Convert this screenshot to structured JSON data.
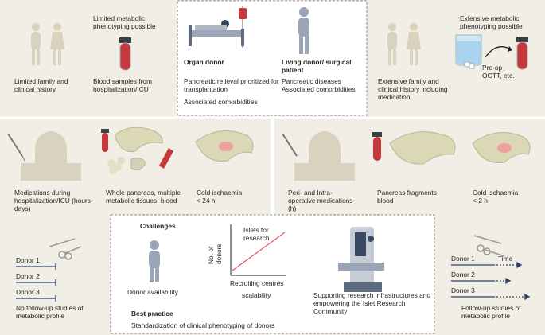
{
  "top_left": {
    "note": "Limited metabolic phenotyping possible",
    "history": "Limited family and clinical history",
    "blood": "Blood samples from hospitalization/ICU"
  },
  "top_center": {
    "organ_donor_title": "Organ donor",
    "organ_donor_desc": "Pancreatic retieval prioritized for transplantation",
    "organ_donor_comorb": "Associated comorbidities",
    "living_donor_title": "Living donor/ surgical patient",
    "living_donor_desc": "Pancreatic diseases",
    "living_donor_comorb": "Associated comorbidities"
  },
  "top_right": {
    "note": "Extensive metabolic phenotyping possible",
    "history": "Extensive family and clinical history including medication",
    "ogtt": "Pre-op OGTT, etc."
  },
  "mid_left": {
    "medications": "Medications during hospitalization/ICU (hours-days)",
    "tissues": "Whole pancreas, multiple metabolic tissues, blood",
    "ischaemia": "Cold ischaemia < 24 h"
  },
  "mid_right": {
    "medications": "Peri- and Intra-operative medications (h)",
    "fragments": "Pancreas fragments blood",
    "ischaemia": "Cold ischaemia < 2 h"
  },
  "bottom_left": {
    "donors": [
      "Donor 1",
      "Donor 2",
      "Donor 3"
    ],
    "caption": "No follow-up studies of metabolic profile"
  },
  "bottom_right": {
    "donors": [
      "Donor 1",
      "Donor 2",
      "Donor 3"
    ],
    "time": "Time",
    "caption": "Follow-up studies of metabolic profile"
  },
  "challenges": {
    "title": "Challenges",
    "donor_availability": "Donor availability",
    "y_label": "No. of donors",
    "line_label": "Islets for research",
    "x_label": "Recruiting centres",
    "scalability": "scalability",
    "infrastructure": "Supporting research infrastructures and empowering the Islet Research Community",
    "best_practice_title": "Best practice",
    "best_practice": "Standardization of clinical phenotyping of donors"
  },
  "colors": {
    "panel_bg": "#f1eee6",
    "silhouette": "#d8d2be",
    "person_blue": "#9aa6b8",
    "pancreas": "#dad8b5",
    "blood_red": "#c5383b",
    "line_red": "#e15a5e",
    "arrow_navy": "#2d3f6b"
  }
}
